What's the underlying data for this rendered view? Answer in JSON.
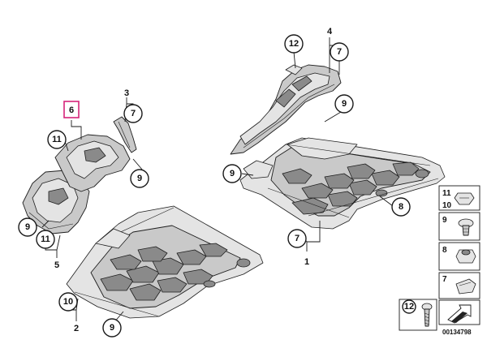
{
  "diagram": {
    "highlight_color": "#d6247a",
    "document_number": "00134798",
    "callouts": [
      {
        "id": "c1",
        "label": "12"
      },
      {
        "id": "c2",
        "label": "7"
      },
      {
        "id": "c3",
        "label": "9"
      },
      {
        "id": "c4",
        "label": "9"
      },
      {
        "id": "c5",
        "label": "8"
      },
      {
        "id": "c6",
        "label": "7"
      },
      {
        "id": "c7",
        "label": "7"
      },
      {
        "id": "c8",
        "label": "11"
      },
      {
        "id": "c9",
        "label": "9"
      },
      {
        "id": "c10",
        "label": "9"
      },
      {
        "id": "c11",
        "label": "11"
      },
      {
        "id": "c12",
        "label": "10"
      },
      {
        "id": "c13",
        "label": "9"
      },
      {
        "id": "c14",
        "label": "12"
      }
    ],
    "group_labels": {
      "g4": "4",
      "g3": "3",
      "g1": "1",
      "g5": "5",
      "g2": "2"
    },
    "highlighted_part": "6",
    "legend": [
      {
        "label": "11",
        "icon": "clip-nut-icon"
      },
      {
        "label": "10",
        "icon": "clip-nut-icon"
      },
      {
        "label": "9",
        "icon": "expansion-rivet-icon"
      },
      {
        "label": "8",
        "icon": "hex-nut-icon"
      },
      {
        "label": "7",
        "icon": "spring-clip-icon"
      }
    ],
    "doc_arrow_icon": "direction-arrow-icon"
  }
}
